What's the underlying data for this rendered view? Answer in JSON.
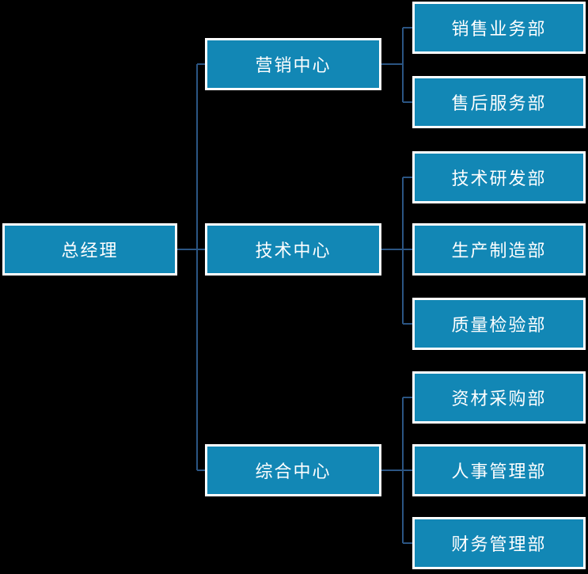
{
  "diagram": {
    "type": "organization-chart",
    "colors": {
      "background": "#000000",
      "node_fill": "#1287B5",
      "node_border": "#FFFFFF",
      "node_text": "#FFFFFF",
      "connector": "#2B5583"
    },
    "org_chart": {
      "root": {
        "label": "总经理"
      },
      "groups": [
        {
          "label": "营销中心",
          "children": [
            {
              "label": "销售业务部"
            },
            {
              "label": "售后服务部"
            }
          ]
        },
        {
          "label": "技术中心",
          "children": [
            {
              "label": "技术研发部"
            },
            {
              "label": "生产制造部"
            },
            {
              "label": "质量检验部"
            }
          ]
        },
        {
          "label": "综合中心",
          "children": [
            {
              "label": "资材采购部"
            },
            {
              "label": "人事管理部"
            },
            {
              "label": "财务管理部"
            }
          ]
        }
      ]
    }
  }
}
